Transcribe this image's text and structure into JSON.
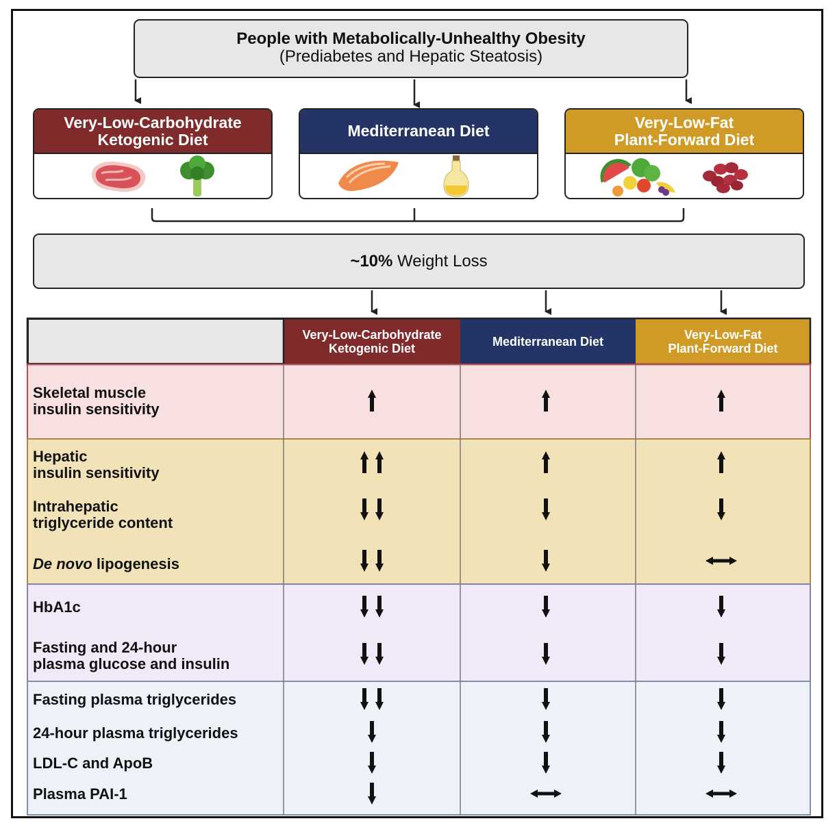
{
  "header": {
    "title": "People with Metabolically-Unhealthy Obesity",
    "subtitle": "(Prediabetes and Hepatic Steatosis)"
  },
  "diets": [
    {
      "line1": "Very-Low-Carbohydrate",
      "line2": "Ketogenic Diet",
      "color": "#7f2a2b",
      "icons": [
        "steak-icon",
        "broccoli-icon"
      ]
    },
    {
      "line1": "Mediterranean Diet",
      "line2": "",
      "color": "#253466",
      "icons": [
        "salmon-icon",
        "olive-oil-icon"
      ]
    },
    {
      "line1": "Very-Low-Fat",
      "line2": "Plant-Forward Diet",
      "color": "#cf9a26",
      "icons": [
        "fruits-vegetables-icon",
        "beans-icon"
      ]
    }
  ],
  "weight_loss": {
    "bold": "~10%",
    "text": " Weight Loss"
  },
  "table": {
    "columns": [
      {
        "line1": "Very-Low-Carbohydrate",
        "line2": "Ketogenic Diet"
      },
      {
        "line1": "Mediterranean Diet",
        "line2": ""
      },
      {
        "line1": "Very-Low-Fat",
        "line2": "Plant-Forward Diet"
      }
    ],
    "groups": [
      {
        "bg": "#f8dfe0",
        "rows": [
          {
            "line1": "Skeletal muscle",
            "line2": "insulin sensitivity",
            "effects": [
              "up",
              "up",
              "up"
            ]
          }
        ]
      },
      {
        "bg": "#f1e2b8",
        "rows": [
          {
            "line1": "Hepatic",
            "line2": "insulin sensitivity",
            "effects": [
              "up2",
              "up",
              "up"
            ]
          },
          {
            "line1": "Intrahepatic",
            "line2": "triglyceride content",
            "effects": [
              "down2",
              "down",
              "down"
            ]
          },
          {
            "italic": "De novo",
            "line1": " lipogenesis",
            "line2": "",
            "effects": [
              "down2",
              "down",
              "neutral"
            ]
          }
        ]
      },
      {
        "bg": "#f0eaf8",
        "rows": [
          {
            "line1": "HbA1c",
            "line2": "",
            "effects": [
              "down2",
              "down",
              "down"
            ]
          },
          {
            "line1": "Fasting and 24-hour",
            "line2": "plasma glucose and insulin",
            "effects": [
              "down2",
              "down",
              "down"
            ]
          }
        ]
      },
      {
        "bg": "#eef2f8",
        "rows": [
          {
            "line1": "Fasting plasma triglycerides",
            "line2": "",
            "effects": [
              "down2",
              "down",
              "down"
            ]
          },
          {
            "line1": "24-hour plasma triglycerides",
            "line2": "",
            "effects": [
              "down",
              "down",
              "down"
            ]
          },
          {
            "line1": "LDL-C and ApoB",
            "line2": "",
            "effects": [
              "down",
              "down",
              "down"
            ]
          },
          {
            "line1": "Plasma PAI-1",
            "line2": "",
            "effects": [
              "down",
              "neutral",
              "neutral"
            ]
          }
        ]
      }
    ]
  }
}
